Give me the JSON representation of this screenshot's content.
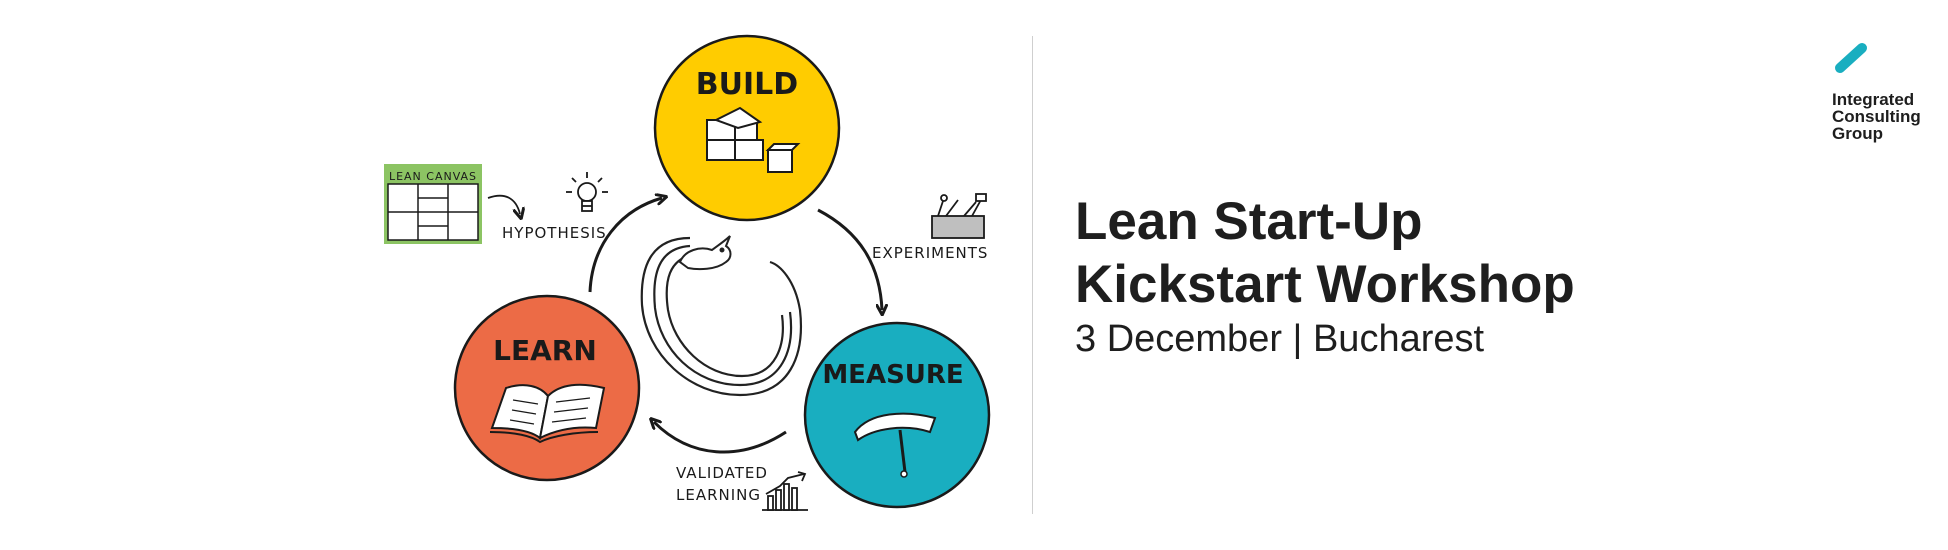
{
  "diagram": {
    "build_label": "BUILD",
    "measure_label": "MEASURE",
    "learn_label": "LEARN",
    "canvas_label": "LEAN CANVAS",
    "hypothesis_label": "HYPOTHESIS",
    "experiments_label": "EXPERIMENTS",
    "validated_label": "VALIDATED",
    "learning_label": "LEARNING",
    "colors": {
      "build": "#FFCC00",
      "measure": "#19AEC0",
      "learn": "#EC6B46",
      "canvas": "#8CC463"
    }
  },
  "heading": {
    "line1": "Lean Start-Up",
    "line2": "Kickstart Workshop",
    "subtitle": "3 December | Bucharest"
  },
  "logo": {
    "line1": "Integrated",
    "line2": "Consulting",
    "line3": "Group",
    "accent_color": "#19AEC0"
  }
}
